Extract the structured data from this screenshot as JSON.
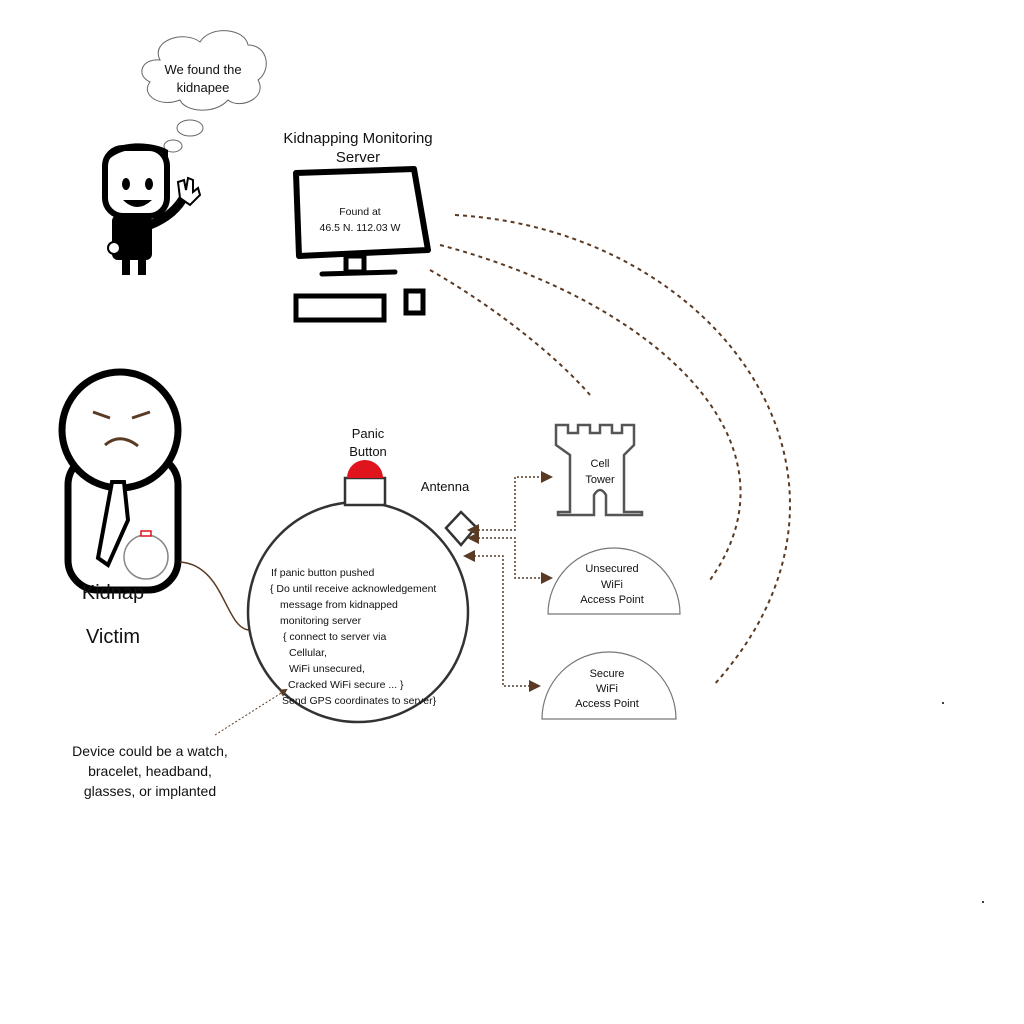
{
  "thought_bubble": {
    "lines": [
      "We found the",
      "kidnapee"
    ]
  },
  "server": {
    "title_lines": [
      "Kidnapping  Monitoring",
      "Server"
    ],
    "screen_lines": [
      "Found at",
      "46.5 N. 112.03 W"
    ]
  },
  "victim": {
    "label_lines": [
      "Kidnap",
      "Victim"
    ]
  },
  "panic_button": {
    "label_lines": [
      "Panic",
      "Button"
    ]
  },
  "antenna": {
    "label": "Antenna"
  },
  "device": {
    "code_lines": [
      "If panic button pushed",
      "{ Do until receive acknowledgement",
      "message from kidnapped",
      "monitoring  server",
      "{ connect to server via",
      "Cellular,",
      "WiFi unsecured,",
      "Cracked WiFi secure ... }",
      "Send GPS coordinates to server}"
    ]
  },
  "cell_tower": {
    "label_lines": [
      "Cell",
      "Tower"
    ]
  },
  "unsecured_wifi": {
    "label_lines": [
      "Unsecured",
      "WiFi",
      "Access Point"
    ]
  },
  "secure_wifi": {
    "label_lines": [
      "Secure",
      "WiFi",
      "Access Point"
    ]
  },
  "caption": {
    "lines": [
      "Device could be a watch,",
      "bracelet, headband,",
      "glasses, or implanted"
    ]
  },
  "colors": {
    "connector": "#5a3a22",
    "panic_red": "#e0141c"
  }
}
